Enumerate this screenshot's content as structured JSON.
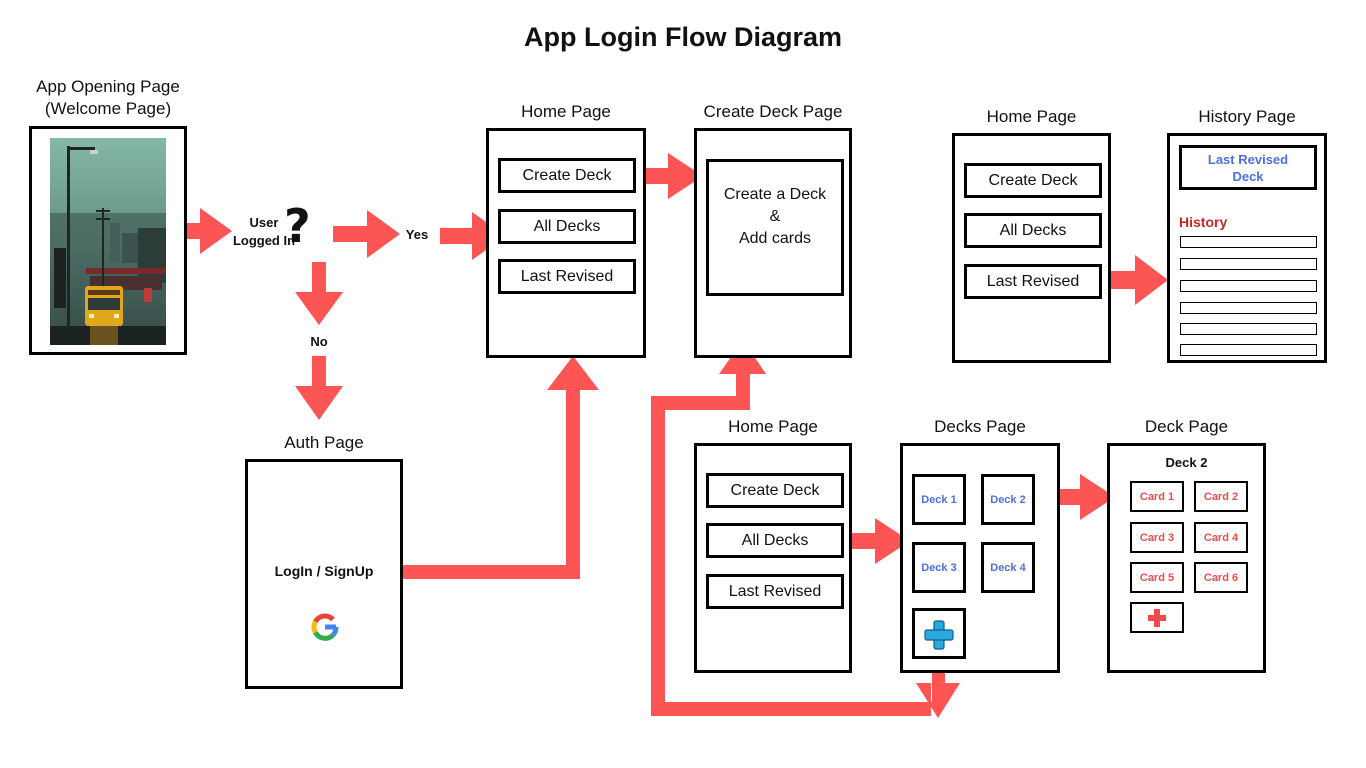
{
  "title": "App Login Flow Diagram",
  "welcome": {
    "label_line1": "App Opening Page",
    "label_line2": "(Welcome Page)"
  },
  "decision": {
    "line1": "User",
    "line2": "Logged In",
    "yes": "Yes",
    "no": "No"
  },
  "home_main": {
    "label": "Home Page",
    "buttons": [
      "Create Deck",
      "All Decks",
      "Last Revised"
    ]
  },
  "create_deck": {
    "label": "Create Deck Page",
    "line1": "Create a Deck",
    "line2": "&",
    "line3": "Add cards"
  },
  "auth": {
    "label": "Auth Page",
    "button": "LogIn / SignUp"
  },
  "home_history": {
    "label": "Home Page",
    "buttons": [
      "Create Deck",
      "All Decks",
      "Last Revised"
    ]
  },
  "history": {
    "label": "History Page",
    "header_line1": "Last Revised",
    "header_line2": "Deck",
    "section": "History"
  },
  "home_decks": {
    "label": "Home Page",
    "buttons": [
      "Create Deck",
      "All Decks",
      "Last Revised"
    ]
  },
  "decks": {
    "label": "Decks Page",
    "items": [
      "Deck 1",
      "Deck 2",
      "Deck 3",
      "Deck 4"
    ]
  },
  "deck": {
    "label": "Deck Page",
    "title": "Deck 2",
    "cards": [
      "Card 1",
      "Card 2",
      "Card 3",
      "Card 4",
      "Card 5",
      "Card 6"
    ]
  },
  "colors": {
    "arrow": "#fd5454",
    "deck_text": "#4f6fe0",
    "card_text": "#ef4b4b",
    "history_title": "#c62828",
    "plus_blue": "#29a9e0",
    "plus_red": "#ef4b4b"
  }
}
